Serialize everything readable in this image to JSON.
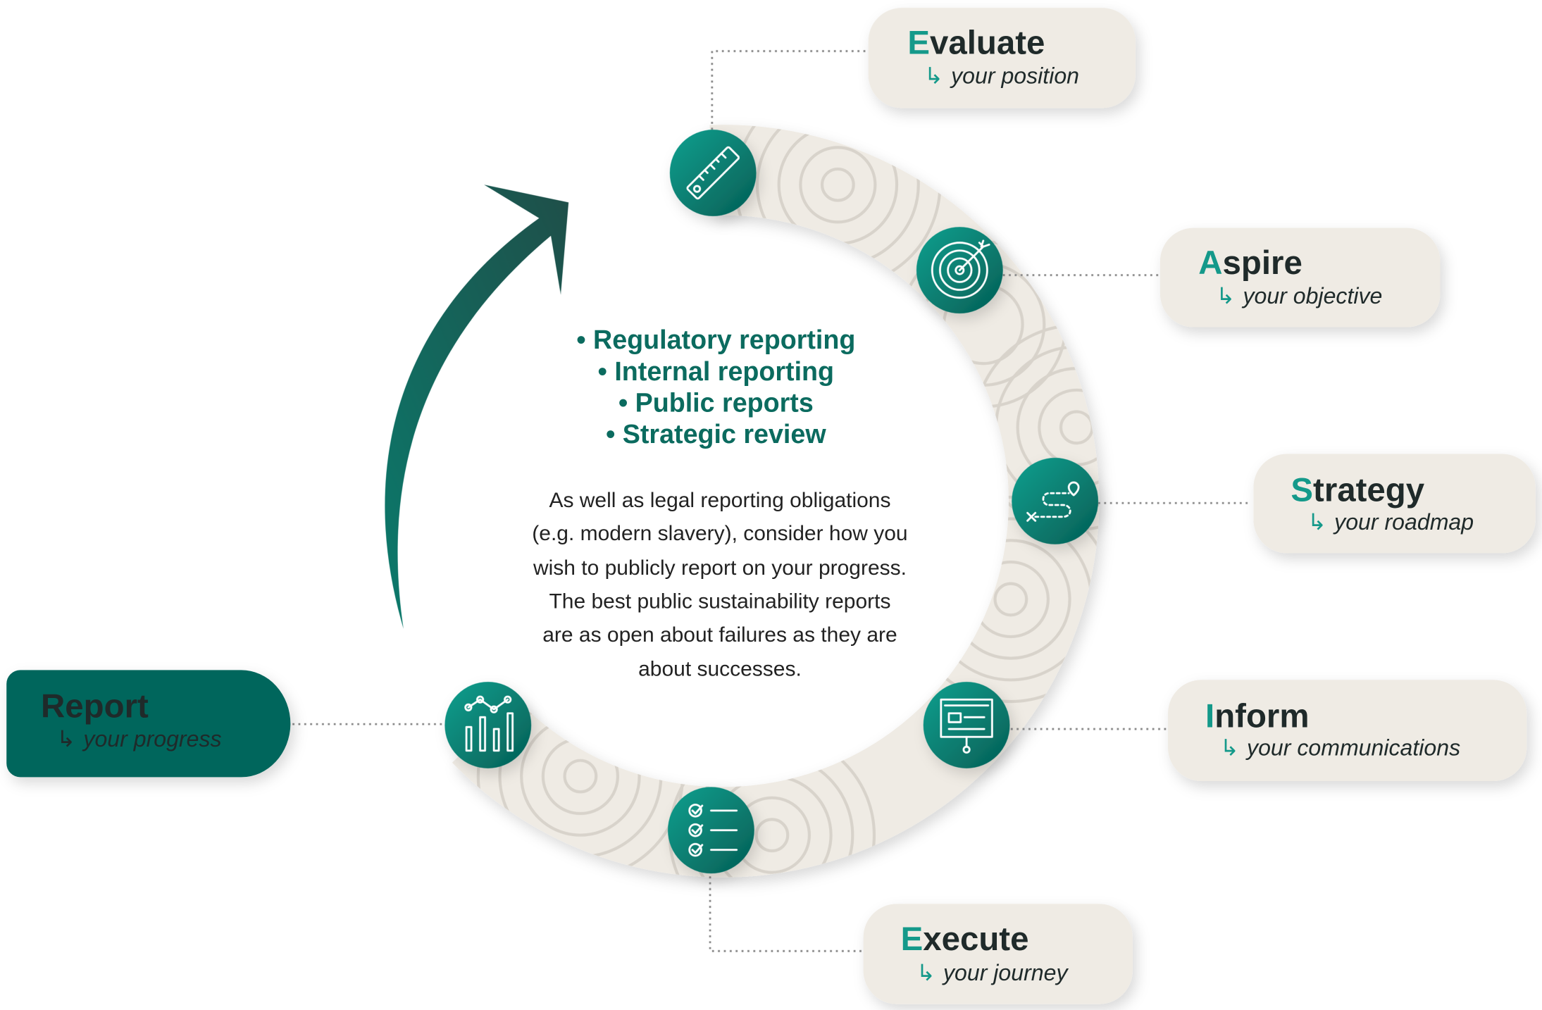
{
  "stages": {
    "evaluate": {
      "first": "E",
      "rest": "valuate",
      "sub": "your position"
    },
    "aspire": {
      "first": "A",
      "rest": "spire",
      "sub": "your objective"
    },
    "strategy": {
      "first": "S",
      "rest": "trategy",
      "sub": "your roadmap"
    },
    "inform": {
      "first": "I",
      "rest": "nform",
      "sub": "your communications"
    },
    "execute": {
      "first": "E",
      "rest": "xecute",
      "sub": "your journey"
    },
    "report": {
      "title": "Report",
      "sub": "your progress"
    }
  },
  "arrow_glyph": "↳",
  "center": {
    "bullets": [
      "• Regulatory reporting",
      "• Internal reporting",
      "• Public reports",
      "• Strategic review"
    ],
    "paragraph": [
      "As well as legal reporting obligations",
      "(e.g. modern slavery), consider how you",
      "wish to publicly report on your progress.",
      "The best public sustainability reports",
      "are as open about failures as they are",
      "about successes."
    ]
  },
  "colors": {
    "teal": "#14998a",
    "dark_green": "#05665c",
    "beige": "#efebe4"
  }
}
